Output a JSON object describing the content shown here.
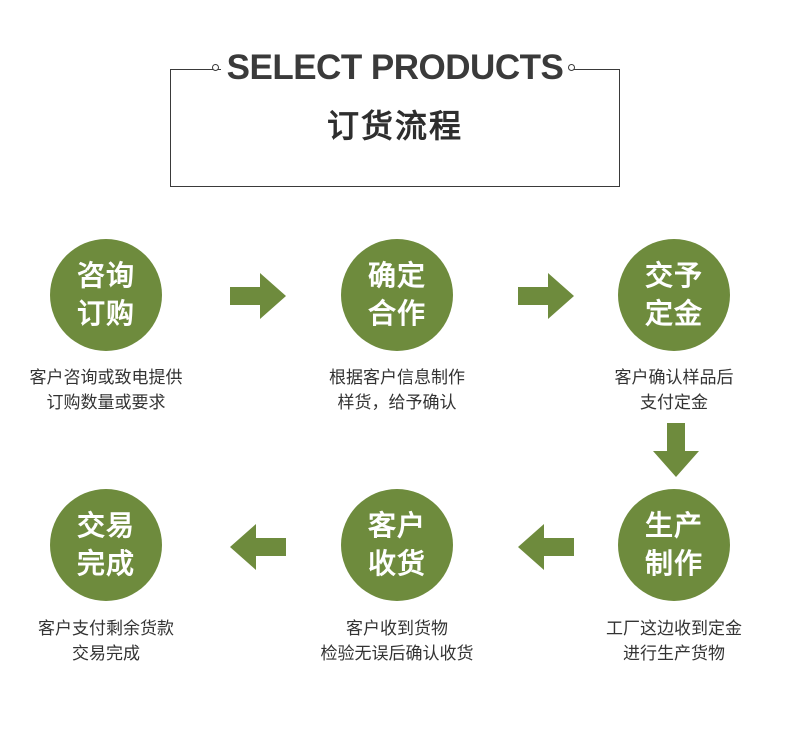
{
  "header": {
    "title_en": "SELECT PRODUCTS",
    "title_cn": "订货流程"
  },
  "colors": {
    "accent_green": "#6e8b3d",
    "text_dark": "#333333",
    "frame": "#3a3a3a"
  },
  "steps": [
    {
      "line1": "咨询",
      "line2": "订购",
      "desc1": "客户咨询或致电提供",
      "desc2": "订购数量或要求"
    },
    {
      "line1": "确定",
      "line2": "合作",
      "desc1": "根据客户信息制作",
      "desc2": "样货，给予确认"
    },
    {
      "line1": "交予",
      "line2": "定金",
      "desc1": "客户确认样品后",
      "desc2": "支付定金"
    },
    {
      "line1": "生产",
      "line2": "制作",
      "desc1": "工厂这边收到定金",
      "desc2": "进行生产货物"
    },
    {
      "line1": "客户",
      "line2": "收货",
      "desc1": "客户收到货物",
      "desc2": "检验无误后确认收货"
    },
    {
      "line1": "交易",
      "line2": "完成",
      "desc1": "客户支付剩余货款",
      "desc2": "交易完成"
    }
  ],
  "arrows": [
    {
      "direction": "right",
      "icon": "arrow-right-icon"
    },
    {
      "direction": "right",
      "icon": "arrow-right-icon"
    },
    {
      "direction": "down",
      "icon": "arrow-down-icon"
    },
    {
      "direction": "left",
      "icon": "arrow-left-icon"
    },
    {
      "direction": "left",
      "icon": "arrow-left-icon"
    }
  ]
}
